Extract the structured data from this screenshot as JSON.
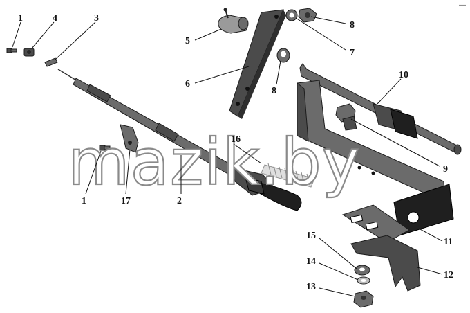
{
  "watermark": "mazik.by",
  "corner_mark": "—",
  "callouts": [
    {
      "id": "1",
      "label": "1"
    },
    {
      "id": "4",
      "label": "4"
    },
    {
      "id": "3",
      "label": "3"
    },
    {
      "id": "5",
      "label": "5"
    },
    {
      "id": "6",
      "label": "6"
    },
    {
      "id": "8a",
      "label": "8"
    },
    {
      "id": "8b",
      "label": "8"
    },
    {
      "id": "7",
      "label": "7"
    },
    {
      "id": "10",
      "label": "10"
    },
    {
      "id": "9",
      "label": "9"
    },
    {
      "id": "16",
      "label": "16"
    },
    {
      "id": "1b",
      "label": "1"
    },
    {
      "id": "17",
      "label": "17"
    },
    {
      "id": "2",
      "label": "2"
    },
    {
      "id": "11",
      "label": "11"
    },
    {
      "id": "15",
      "label": "15"
    },
    {
      "id": "14",
      "label": "14"
    },
    {
      "id": "13",
      "label": "13"
    },
    {
      "id": "12",
      "label": "12"
    }
  ]
}
